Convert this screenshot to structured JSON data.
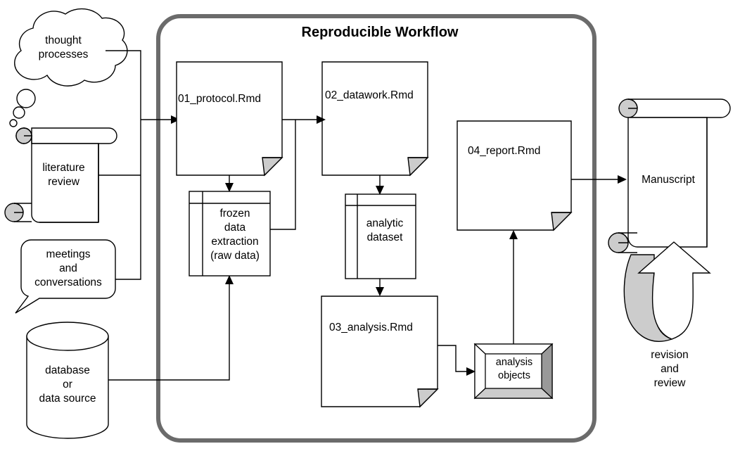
{
  "diagram": {
    "title": "Reproducible Workflow",
    "container_color": "#6b6b6b",
    "fold_color": "#cccccc",
    "line_color": "#000000"
  },
  "inputs": [
    {
      "id": "thought",
      "label": "thought\nprocesses",
      "shape": "cloud"
    },
    {
      "id": "literature",
      "label": "literature\nreview",
      "shape": "scroll"
    },
    {
      "id": "meetings",
      "label": "meetings\nand\nconversations",
      "shape": "speech-bubble"
    },
    {
      "id": "database",
      "label": "database\nor\ndata source",
      "shape": "cylinder"
    }
  ],
  "documents": [
    {
      "id": "protocol",
      "label": "01_protocol.Rmd",
      "shape": "document"
    },
    {
      "id": "datawork",
      "label": "02_datawork.Rmd",
      "shape": "document"
    },
    {
      "id": "analysis",
      "label": "03_analysis.Rmd",
      "shape": "document"
    },
    {
      "id": "report",
      "label": "04_report.Rmd",
      "shape": "document"
    }
  ],
  "datastores": [
    {
      "id": "frozen",
      "label": "frozen\ndata\nextraction\n(raw data)",
      "shape": "internal-storage"
    },
    {
      "id": "analytic",
      "label": "analytic\ndataset",
      "shape": "internal-storage"
    },
    {
      "id": "objects",
      "label": "analysis\nobjects",
      "shape": "3d-box"
    }
  ],
  "outputs": [
    {
      "id": "manuscript",
      "label": "Manuscript",
      "shape": "scroll"
    },
    {
      "id": "revision",
      "label": "revision\nand\nreview",
      "shape": "u-turn-arrow"
    }
  ]
}
